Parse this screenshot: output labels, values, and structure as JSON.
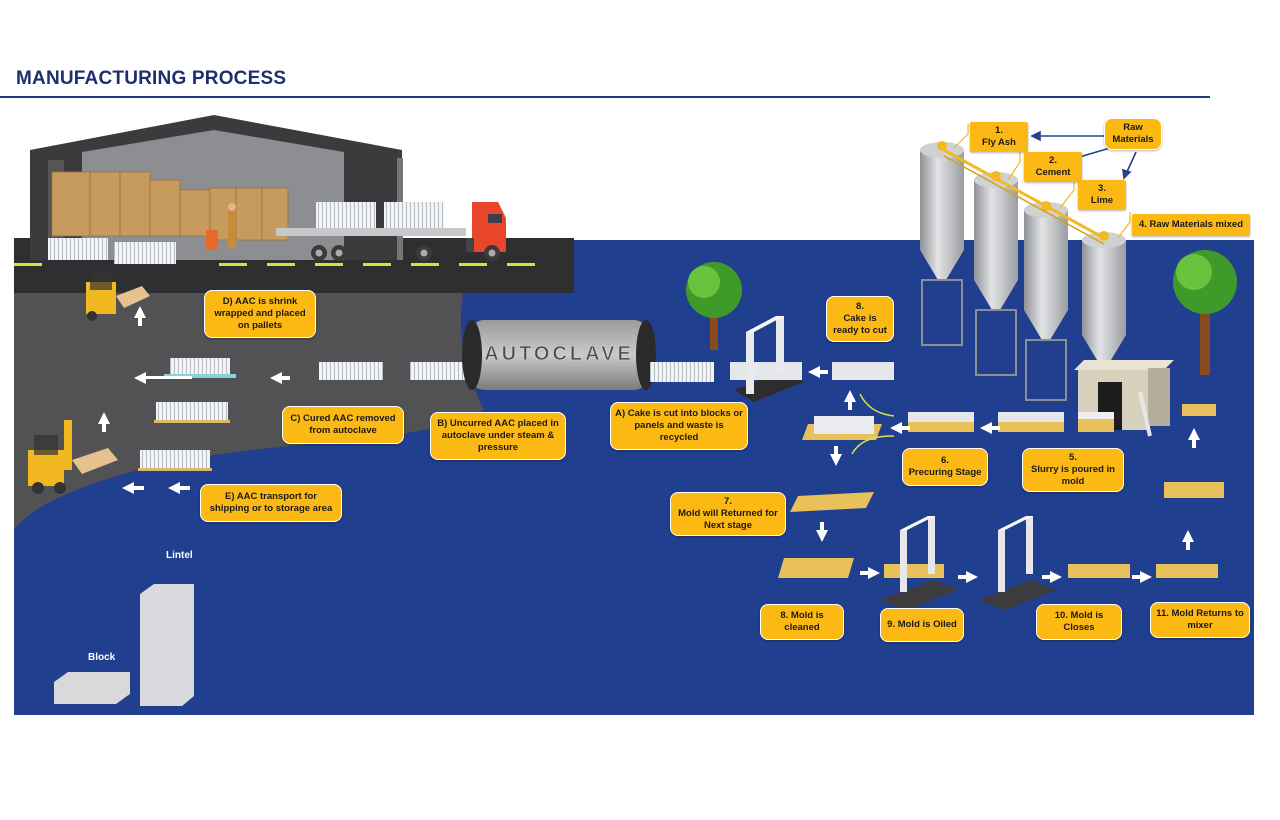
{
  "header": {
    "title": "MANUFACTURING PROCESS"
  },
  "colors": {
    "background_blue": "#213f8f",
    "yard_gray": "#4d4d4f",
    "road": "#333335",
    "callout_yellow": "#fdb913",
    "title_navy": "#1f2f6e",
    "truck_red": "#e8462a",
    "mold_tan": "#e8c15a"
  },
  "raw_materials": {
    "header": "Raw Materials",
    "items": [
      {
        "step": "1.",
        "label": "Fly Ash"
      },
      {
        "step": "2.",
        "label": "Cement"
      },
      {
        "step": "3.",
        "label": "Lime"
      },
      {
        "step": "",
        "label": "4. Raw Materials mixed"
      }
    ]
  },
  "mold_cycle": [
    {
      "step": "5.",
      "label": "Slurry is poured in mold"
    },
    {
      "step": "6.",
      "label": "Precuring Stage"
    },
    {
      "step": "7.",
      "label": "Mold will Returned for Next stage"
    },
    {
      "step": "8.",
      "label": "Cake is ready to cut"
    },
    {
      "step": "",
      "label": "8. Mold is cleaned"
    },
    {
      "step": "",
      "label": "9. Mold is Oiled"
    },
    {
      "step": "",
      "label": "10. Mold is Closes"
    },
    {
      "step": "",
      "label": "11. Mold Returns to mixer"
    }
  ],
  "curing_stages": [
    {
      "label": "A) Cake is cut into blocks or panels and waste is recycled"
    },
    {
      "label": "B) Uncurred AAC placed in autoclave under steam & pressure"
    },
    {
      "label": "C) Cured AAC removed from autoclave"
    },
    {
      "label": "D) AAC is shrink wrapped and placed on pallets"
    },
    {
      "label": "E)  AAC transport for shipping or to storage area"
    }
  ],
  "autoclave_label": "AUTOCLAVE",
  "products": {
    "block": "Block",
    "lintel": "Lintel"
  }
}
